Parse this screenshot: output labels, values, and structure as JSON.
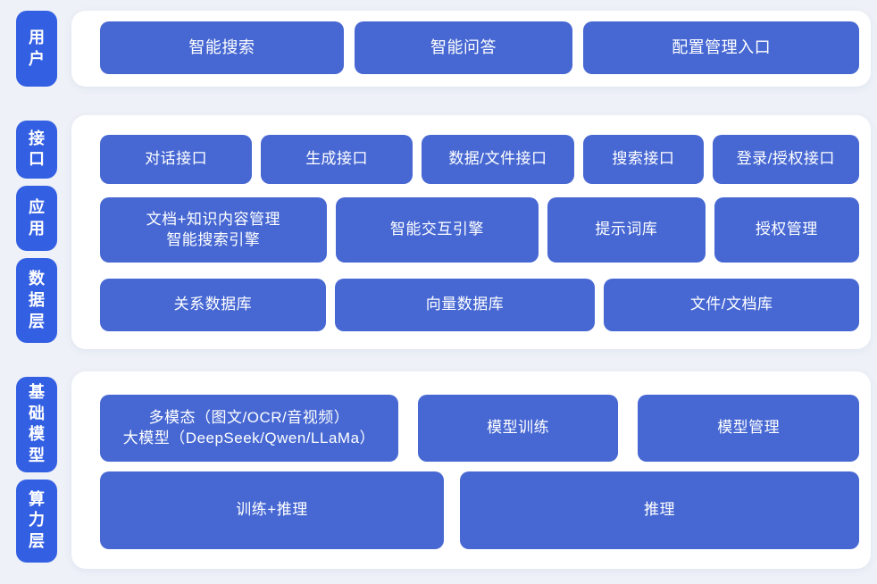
{
  "colors": {
    "page_background": "#eef1f7",
    "panel_background": "#ffffff",
    "layer_pill_blue": "#335fe3",
    "node_blue": "#4768d3",
    "node_text": "#ffffff"
  },
  "layers": {
    "user": {
      "pill": "用户",
      "buttons": [
        "智能搜索",
        "智能问答",
        "配置管理入口"
      ]
    },
    "middle": {
      "pills": [
        "接口",
        "应用",
        "数据层"
      ],
      "interface_row": [
        "对话接口",
        "生成接口",
        "数据/文件接口",
        "搜索接口",
        "登录/授权接口"
      ],
      "application_row": {
        "doc_box_line1": "文档+知识内容管理",
        "doc_box_line2": "智能搜索引擎",
        "buttons": [
          "智能交互引擎",
          "提示词库",
          "授权管理"
        ]
      },
      "data_row": [
        "关系数据库",
        "向量数据库",
        "文件/文档库"
      ]
    },
    "bottom": {
      "pills": [
        "基础模型",
        "算力层"
      ],
      "model_row": {
        "model_box_line1": "多模态（图文/OCR/音视频）",
        "model_box_line2": "大模型（DeepSeek/Qwen/LLaMa）",
        "buttons": [
          "模型训练",
          "模型管理"
        ]
      },
      "compute_row": [
        "训练+推理",
        "推理"
      ]
    }
  }
}
